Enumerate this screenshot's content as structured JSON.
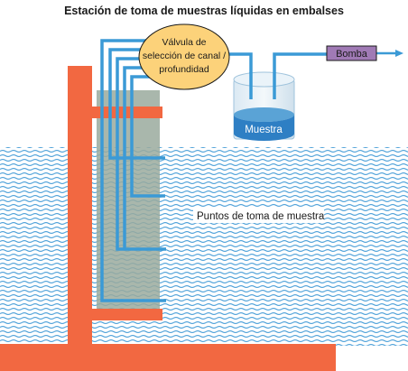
{
  "title": "Estación de toma de muestras líquidas en embalses",
  "valve": {
    "line1": "Válvula de",
    "line2": "selección de canal /",
    "line3": "profundidad"
  },
  "pump_label": "Bomba",
  "sample_label": "Muestra",
  "points_label": "Puntos de toma de muestra",
  "colors": {
    "pipe": "#3b9ad6",
    "structure": "#f26841",
    "water": "#4a9fd8",
    "tower": "#9aaa9e",
    "valve_fill": "#fcd27a",
    "pump_fill": "#a07ab5",
    "sample_liquid": "#2e7fc4"
  }
}
